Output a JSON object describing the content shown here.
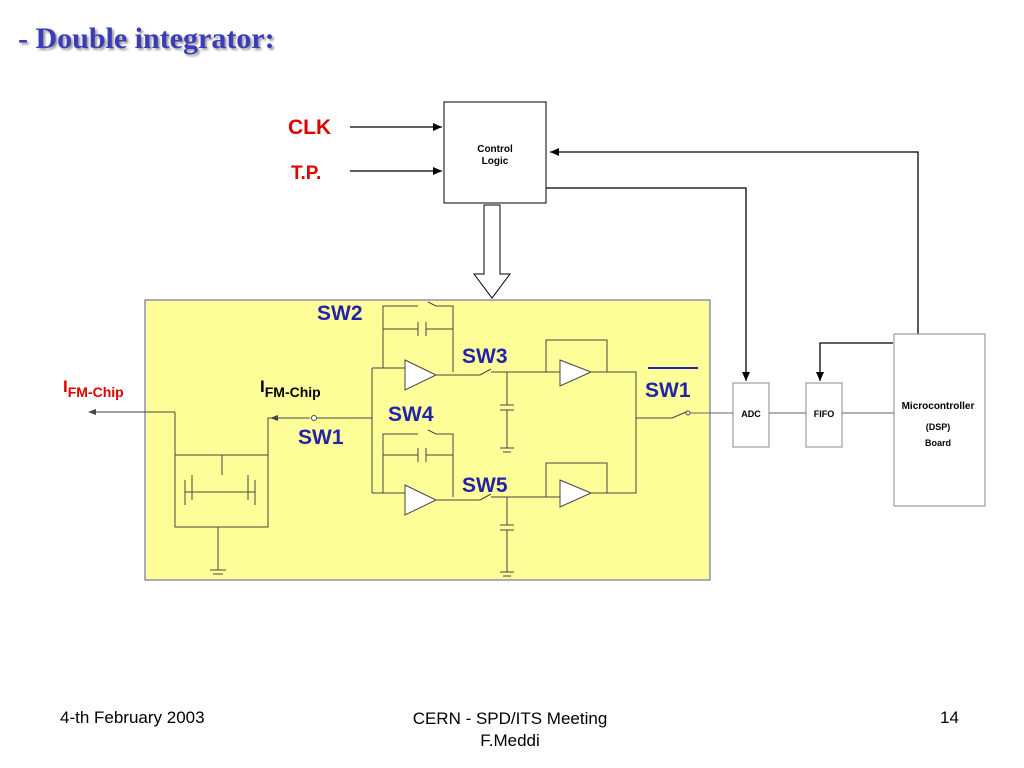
{
  "slide": {
    "title": "- Double integrator:"
  },
  "diagram": {
    "inputs": {
      "clk": "CLK",
      "tp": "T.P."
    },
    "control_logic": {
      "line1": "Control",
      "line2": "Logic"
    },
    "switches": {
      "sw1": "SW1",
      "sw2": "SW2",
      "sw3": "SW3",
      "sw4": "SW4",
      "sw5": "SW5"
    },
    "current_label": {
      "main": "I",
      "sub": "FM-Chip"
    },
    "blocks": {
      "adc": "ADC",
      "fifo": "FIFO",
      "micro": {
        "line1": "Microcontroller",
        "line2": "(DSP)",
        "line3": "Board"
      }
    },
    "colors": {
      "chip_area": "#ffff99",
      "title": "#3b3db8",
      "red_label": "#e00000",
      "blue_label": "#2222aa"
    }
  },
  "footer": {
    "date": "4-th February 2003",
    "meeting_line1": "CERN - SPD/ITS Meeting",
    "meeting_line2": "F.Meddi",
    "page": "14"
  }
}
